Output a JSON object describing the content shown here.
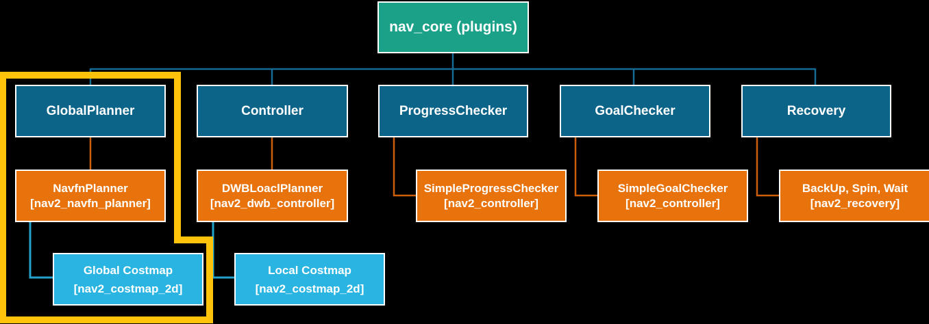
{
  "diagram": {
    "root": {
      "label": "nav_core (plugins)"
    },
    "columns": [
      {
        "header": "GlobalPlanner",
        "plugin": {
          "title": "NavfnPlanner",
          "package": "[nav2_navfn_planner]"
        },
        "highlighted": true
      },
      {
        "header": "Controller",
        "plugin": {
          "title": "DWBLoaclPlanner",
          "package": "[nav2_dwb_controller]"
        },
        "highlighted": false
      },
      {
        "header": "ProgressChecker",
        "plugin": {
          "title": "SimpleProgressChecker",
          "package": "[nav2_controller]"
        },
        "highlighted": false
      },
      {
        "header": "GoalChecker",
        "plugin": {
          "title": "SimpleGoalChecker",
          "package": "[nav2_controller]"
        },
        "highlighted": false
      },
      {
        "header": "Recovery",
        "plugin": {
          "title": "BackUp, Spin, Wait",
          "package": "[nav2_recovery]"
        },
        "highlighted": false
      }
    ],
    "costmaps": [
      {
        "title": "Global Costmap",
        "package": "[nav2_costmap_2d]"
      },
      {
        "title": "Local Costmap",
        "package": "[nav2_costmap_2d]"
      }
    ],
    "edges": [
      {
        "from": "nav_core (plugins)",
        "to": "GlobalPlanner"
      },
      {
        "from": "nav_core (plugins)",
        "to": "Controller"
      },
      {
        "from": "nav_core (plugins)",
        "to": "ProgressChecker"
      },
      {
        "from": "nav_core (plugins)",
        "to": "GoalChecker"
      },
      {
        "from": "nav_core (plugins)",
        "to": "Recovery"
      },
      {
        "from": "GlobalPlanner",
        "to": "NavfnPlanner"
      },
      {
        "from": "Controller",
        "to": "DWBLoaclPlanner"
      },
      {
        "from": "ProgressChecker",
        "to": "SimpleProgressChecker"
      },
      {
        "from": "GoalChecker",
        "to": "SimpleGoalChecker"
      },
      {
        "from": "Recovery",
        "to": "BackUp, Spin, Wait"
      },
      {
        "from": "NavfnPlanner",
        "to": "Global Costmap"
      },
      {
        "from": "DWBLoaclPlanner",
        "to": "Local Costmap"
      }
    ],
    "colors": {
      "background": "#000000",
      "root_box": "#1CA189",
      "header_box": "#0C6489",
      "plugin_box": "#E8730D",
      "costmap_box": "#29B4E2",
      "highlight": "#FFC30B",
      "tree_line": "#156B91",
      "plugin_line": "#CD5F0C",
      "costmap_line": "#23A3CC",
      "box_border": "#FFFFFF",
      "text": "#FFFFFF"
    }
  }
}
